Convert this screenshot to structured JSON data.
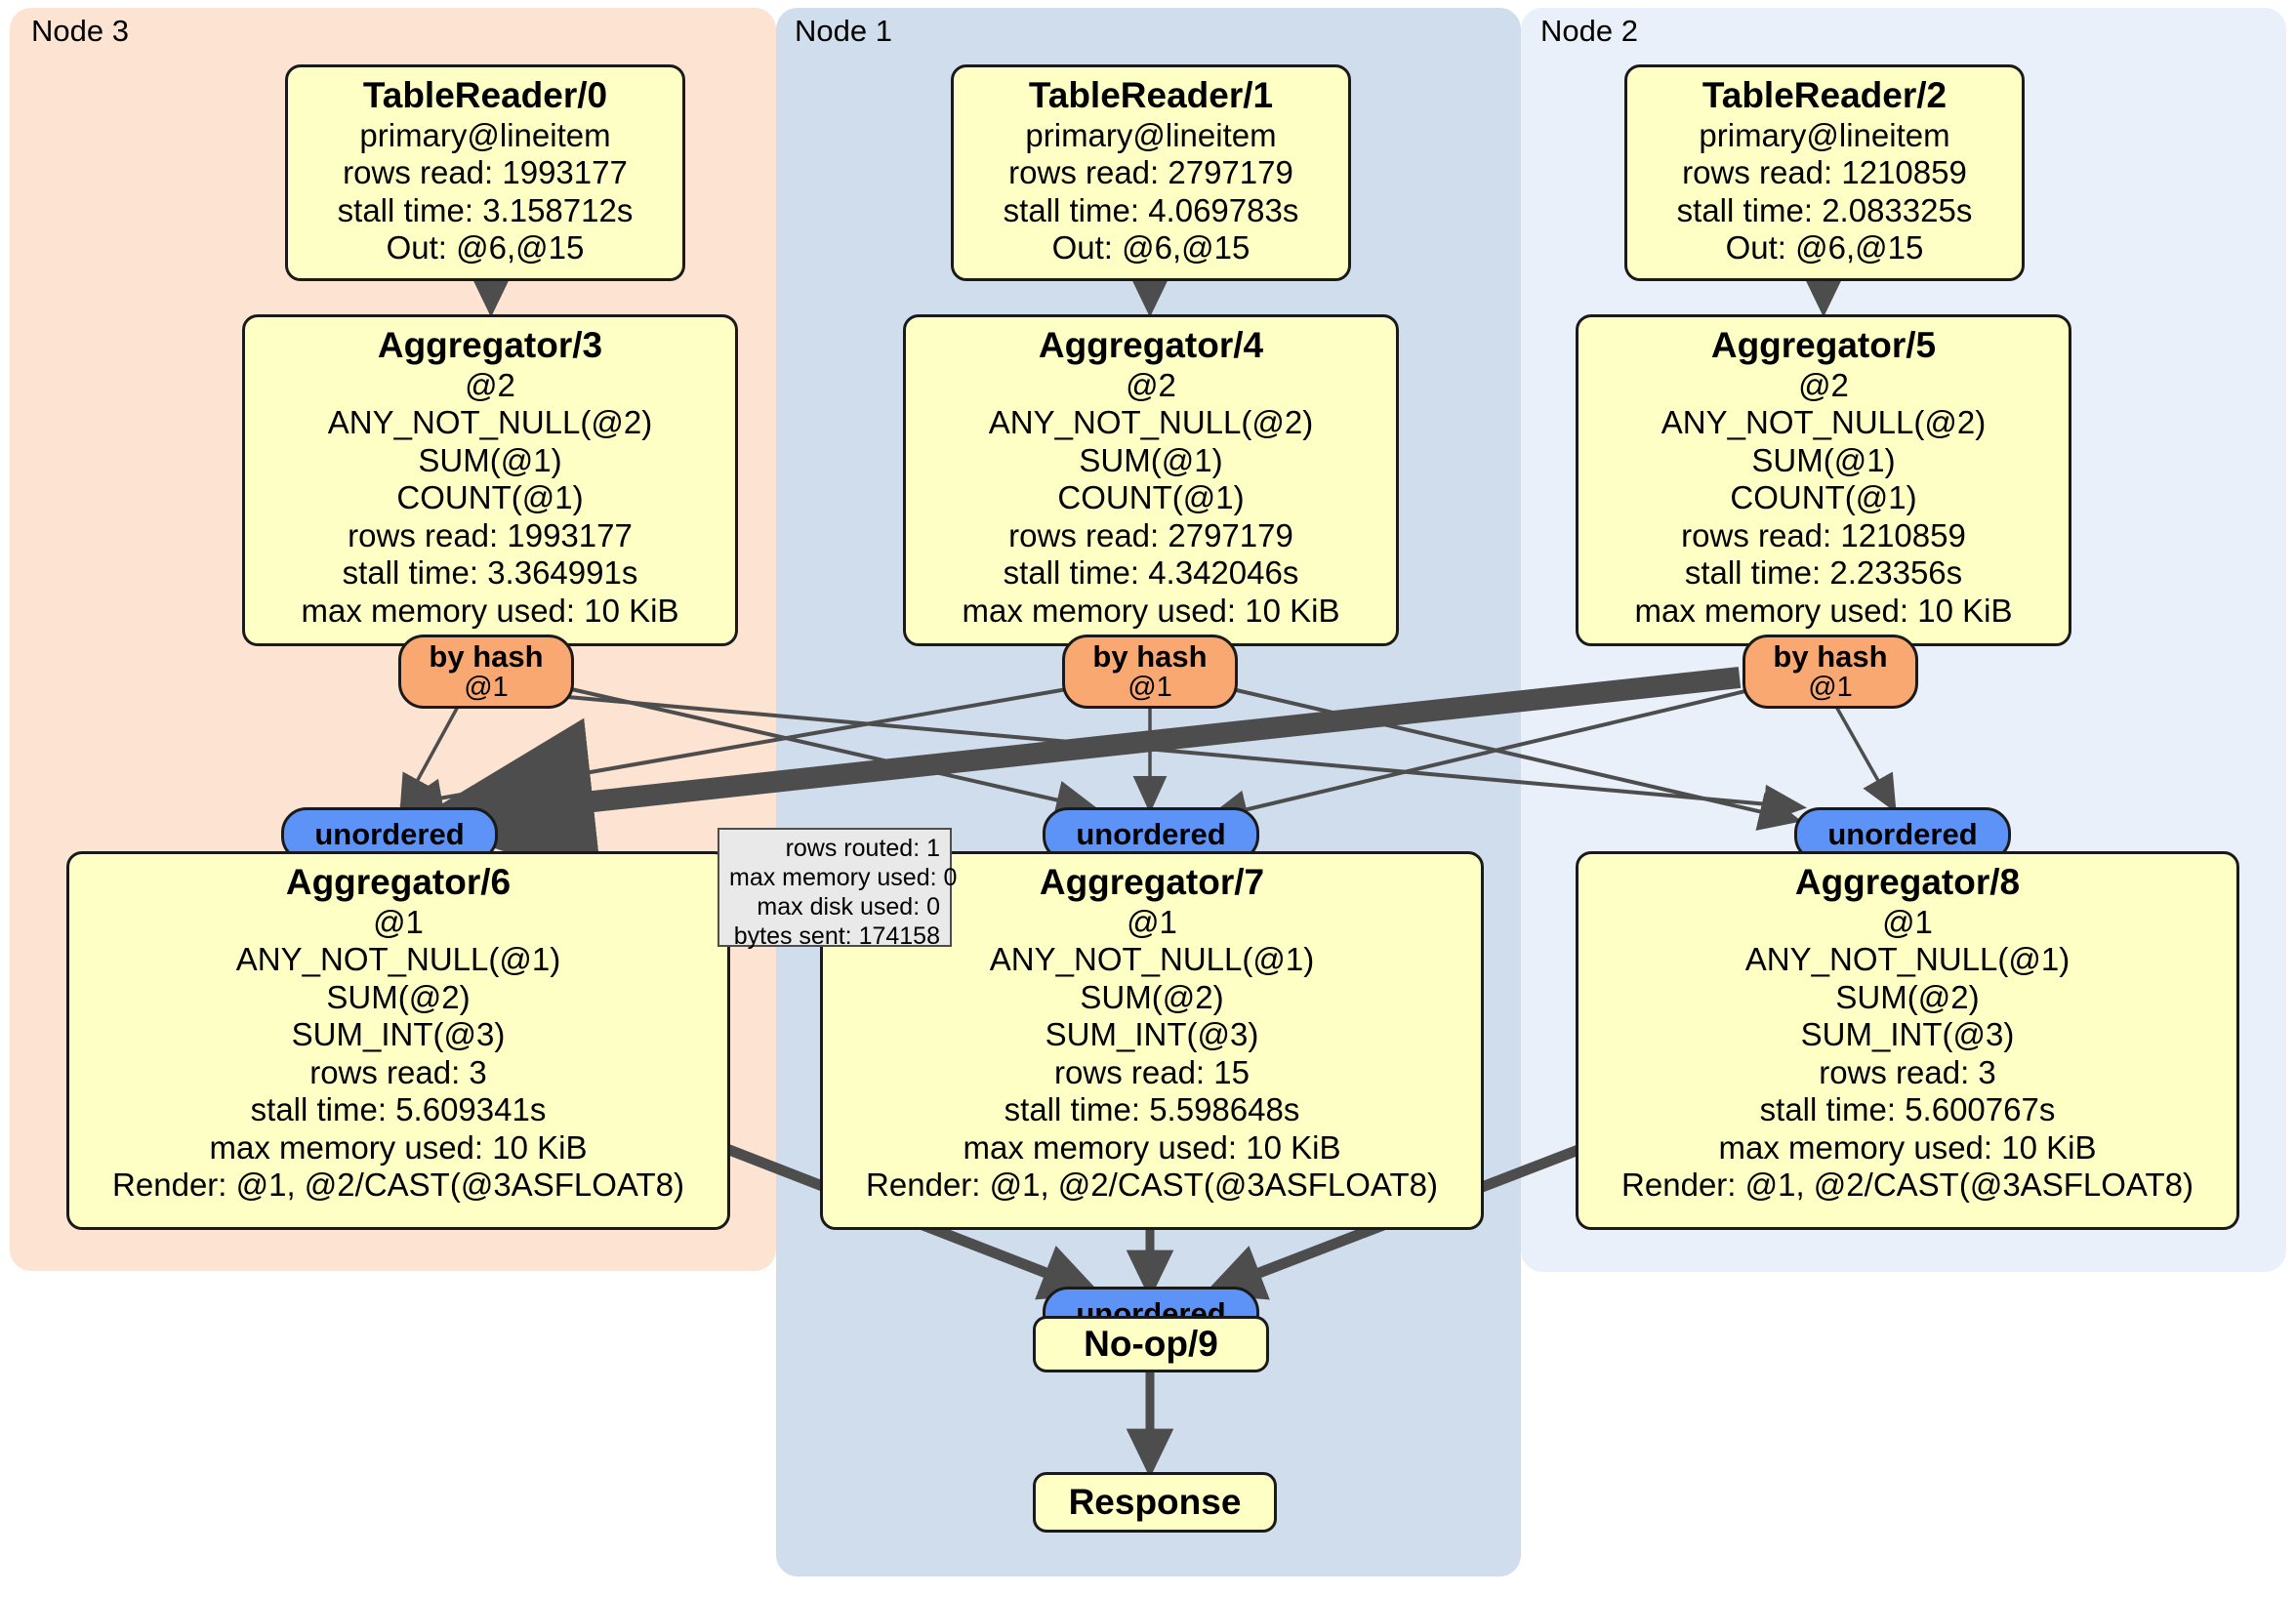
{
  "diagram": {
    "type": "distributed-query-execution-plan",
    "clusters": [
      {
        "id": "node3",
        "label": "Node 3",
        "color": "#fce3d2"
      },
      {
        "id": "node1",
        "label": "Node 1",
        "color": "#cfdded"
      },
      {
        "id": "node2",
        "label": "Node 2",
        "color": "#eaf0fa"
      }
    ],
    "table_readers": [
      {
        "title": "TableReader/0",
        "lines": [
          "primary@lineitem",
          "rows read: 1993177",
          "stall time: 3.158712s",
          "Out: @6,@15"
        ],
        "table": "primary@lineitem",
        "rows_read": 1993177,
        "stall_time": "3.158712s",
        "out": "@6,@15",
        "cluster": "node3"
      },
      {
        "title": "TableReader/1",
        "lines": [
          "primary@lineitem",
          "rows read: 2797179",
          "stall time: 4.069783s",
          "Out: @6,@15"
        ],
        "table": "primary@lineitem",
        "rows_read": 2797179,
        "stall_time": "4.069783s",
        "out": "@6,@15",
        "cluster": "node1"
      },
      {
        "title": "TableReader/2",
        "lines": [
          "primary@lineitem",
          "rows read: 1210859",
          "stall time: 2.083325s",
          "Out: @6,@15"
        ],
        "table": "primary@lineitem",
        "rows_read": 1210859,
        "stall_time": "2.083325s",
        "out": "@6,@15",
        "cluster": "node2"
      }
    ],
    "aggregators_stage1": [
      {
        "title": "Aggregator/3",
        "lines": [
          "@2",
          "ANY_NOT_NULL(@2)",
          "SUM(@1)",
          "COUNT(@1)",
          "rows read: 1993177",
          "stall time: 3.364991s",
          "max memory used: 10 KiB"
        ],
        "group_by": "@2",
        "rows_read": 1993177,
        "stall_time": "3.364991s",
        "max_memory_used": "10 KiB",
        "cluster": "node3"
      },
      {
        "title": "Aggregator/4",
        "lines": [
          "@2",
          "ANY_NOT_NULL(@2)",
          "SUM(@1)",
          "COUNT(@1)",
          "rows read: 2797179",
          "stall time: 4.342046s",
          "max memory used: 10 KiB"
        ],
        "group_by": "@2",
        "rows_read": 2797179,
        "stall_time": "4.342046s",
        "max_memory_used": "10 KiB",
        "cluster": "node1"
      },
      {
        "title": "Aggregator/5",
        "lines": [
          "@2",
          "ANY_NOT_NULL(@2)",
          "SUM(@1)",
          "COUNT(@1)",
          "rows read: 1210859",
          "stall time: 2.23356s",
          "max memory used: 10 KiB"
        ],
        "group_by": "@2",
        "rows_read": 1210859,
        "stall_time": "2.23356s",
        "max_memory_used": "10 KiB",
        "cluster": "node2"
      }
    ],
    "aggregators_stage2": [
      {
        "title": "Aggregator/6",
        "lines": [
          "@1",
          "ANY_NOT_NULL(@1)",
          "SUM(@2)",
          "SUM_INT(@3)",
          "rows read: 3",
          "stall time: 5.609341s",
          "max memory used: 10 KiB",
          "Render: @1, @2/CAST(@3ASFLOAT8)"
        ],
        "group_by": "@1",
        "rows_read": 3,
        "stall_time": "5.609341s",
        "max_memory_used": "10 KiB",
        "render": "Render: @1, @2/CAST(@3ASFLOAT8)",
        "cluster": "node3"
      },
      {
        "title": "Aggregator/7",
        "lines": [
          "@1",
          "ANY_NOT_NULL(@1)",
          "SUM(@2)",
          "SUM_INT(@3)",
          "rows read: 15",
          "stall time: 5.598648s",
          "max memory used: 10 KiB",
          "Render: @1, @2/CAST(@3ASFLOAT8)"
        ],
        "group_by": "@1",
        "rows_read": 15,
        "stall_time": "5.598648s",
        "max_memory_used": "10 KiB",
        "render": "Render: @1, @2/CAST(@3ASFLOAT8)",
        "cluster": "node1"
      },
      {
        "title": "Aggregator/8",
        "lines": [
          "@1",
          "ANY_NOT_NULL(@1)",
          "SUM(@2)",
          "SUM_INT(@3)",
          "rows read: 3",
          "stall time: 5.600767s",
          "max memory used: 10 KiB",
          "Render: @1, @2/CAST(@3ASFLOAT8)"
        ],
        "group_by": "@1",
        "rows_read": 3,
        "stall_time": "5.600767s",
        "max_memory_used": "10 KiB",
        "render": "Render: @1, @2/CAST(@3ASFLOAT8)",
        "cluster": "node2"
      }
    ],
    "hash_routers": [
      {
        "label": "by hash",
        "column": "@1",
        "cluster": "node3"
      },
      {
        "label": "by hash",
        "column": "@1",
        "cluster": "node1"
      },
      {
        "label": "by hash",
        "column": "@1",
        "cluster": "node2"
      }
    ],
    "unordered_synchronizers": [
      {
        "label": "unordered",
        "cluster": "node3"
      },
      {
        "label": "unordered",
        "cluster": "node1"
      },
      {
        "label": "unordered",
        "cluster": "node2"
      }
    ],
    "final_unordered": {
      "label": "unordered",
      "cluster": "node1"
    },
    "noop": {
      "label": "No-op/9",
      "cluster": "node1"
    },
    "response": {
      "label": "Response",
      "cluster": "node1"
    },
    "edge_stats_tooltip": {
      "lines": [
        "rows routed: 1",
        "max memory used: 0",
        "max disk used: 0",
        "bytes sent: 174158"
      ],
      "rows_routed": 1,
      "max_memory_used": 0,
      "max_disk_used": 0,
      "bytes_sent": 174158
    },
    "colors": {
      "node3_panel": "#fce3d2",
      "node1_panel": "#cfdded",
      "node2_panel": "#eaf0fa",
      "operator_box": "#feffc4",
      "hash_router": "#f9a871",
      "unordered": "#5d93f7",
      "tooltip": "#e9e9e9",
      "edge": "#4d4d4d"
    }
  }
}
